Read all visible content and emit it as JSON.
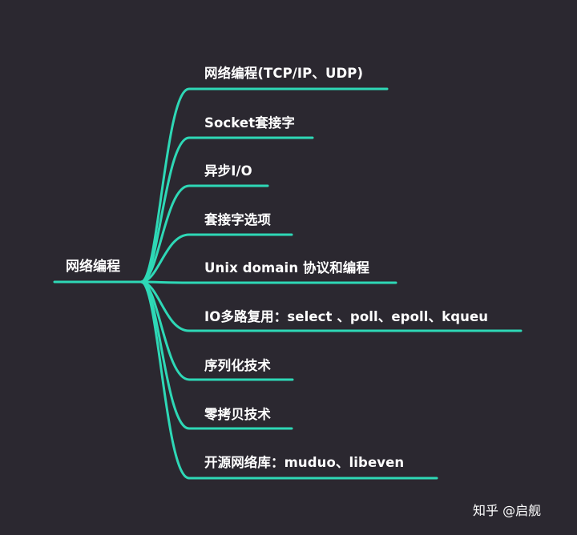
{
  "diagram": {
    "root": "网络编程",
    "branches": [
      "网络编程(TCP/IP、UDP)",
      "Socket套接字",
      "异步I/O",
      "套接字选项",
      "Unix domain 协议和编程",
      "IO多路复用：select 、poll、epoll、kqueu",
      "序列化技术",
      "零拷贝技术",
      "开源网络库：muduo、libeven"
    ],
    "line_color": "#2ed8b6",
    "background": "#2b2830"
  },
  "watermark": "知乎 @启舰"
}
